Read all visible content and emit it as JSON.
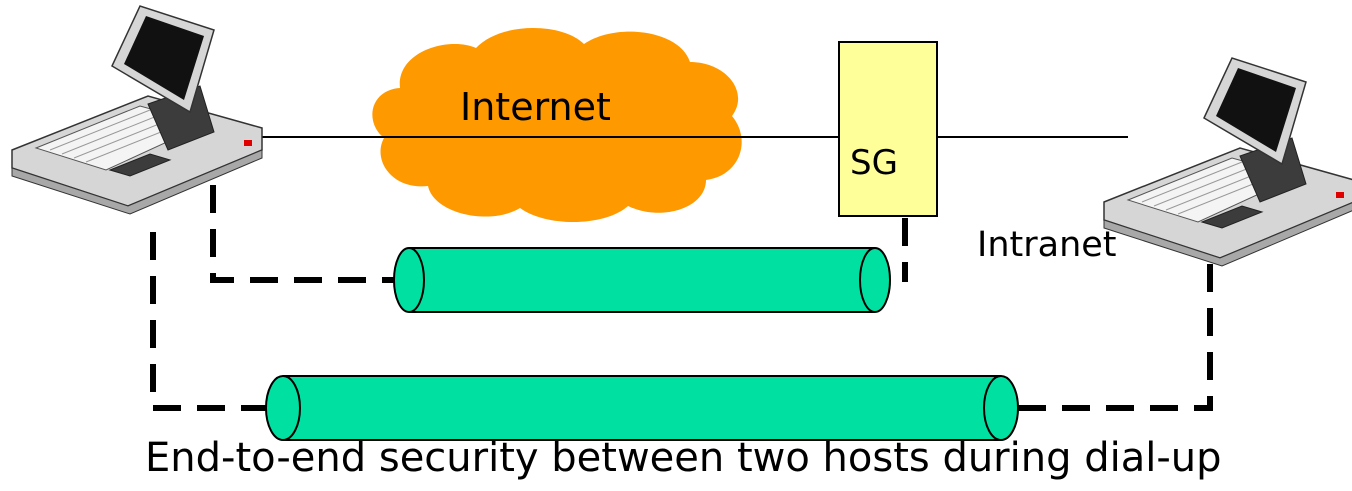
{
  "labels": {
    "internet": "Internet",
    "gateway": "SG",
    "intranet": "Intranet",
    "caption": "End-to-end security between two hosts during dial-up"
  },
  "colors": {
    "cloud": "#FF9900",
    "gateway_fill": "#FFFF99",
    "tunnel": "#00E0A0",
    "line": "#000000",
    "laptop_body": "#D6D6D6",
    "laptop_dark": "#3C3C3C",
    "laptop_screen": "#111111",
    "led": "#E00000"
  },
  "icons": [
    "laptop-icon",
    "laptop-icon",
    "cloud-icon",
    "security-gateway-box",
    "tunnel-cylinder",
    "tunnel-cylinder"
  ]
}
